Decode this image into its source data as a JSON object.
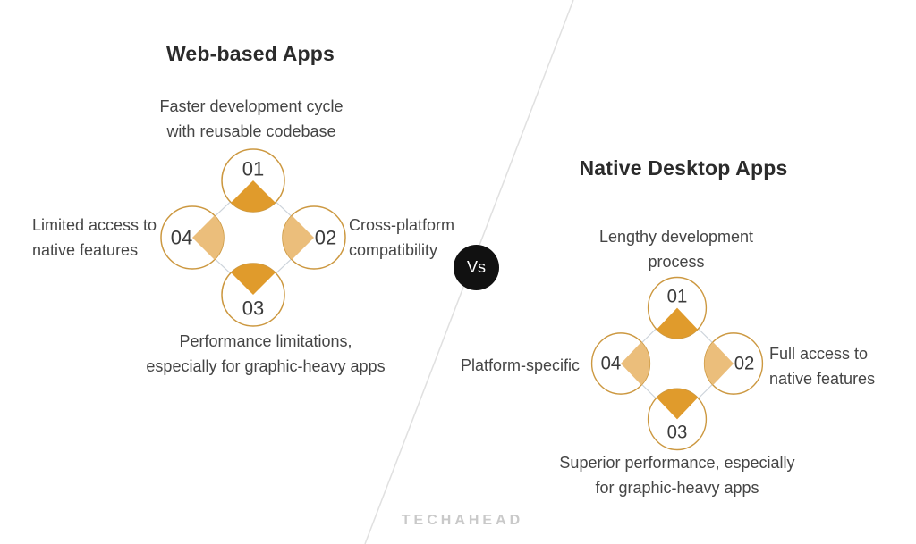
{
  "colors": {
    "background": "#ffffff",
    "divider_line": "#e0e0e0",
    "wedge_dark": "#e09b2c",
    "wedge_light": "#ebbe7b",
    "circle_stroke": "#cc9840",
    "circle_fill": "#ffffff",
    "diamond_line": "#ccd3da",
    "vs_bg": "#111111",
    "vs_text": "#ffffff",
    "title_text": "#2b2b2b",
    "body_text": "#454545",
    "logo_text": "#c9c9c9"
  },
  "vs_badge": {
    "label": "Vs"
  },
  "footer": {
    "logo": "TECHAHEAD"
  },
  "left_section": {
    "title": "Web-based Apps",
    "items": [
      {
        "number": "01",
        "lines": [
          "Faster development cycle",
          "with reusable codebase"
        ]
      },
      {
        "number": "02",
        "lines": [
          "Cross-platform",
          "compatibility"
        ]
      },
      {
        "number": "03",
        "lines": [
          "Performance limitations,",
          "especially for graphic-heavy apps"
        ]
      },
      {
        "number": "04",
        "lines": [
          "Limited access to",
          "native features"
        ]
      }
    ]
  },
  "right_section": {
    "title": "Native Desktop Apps",
    "items": [
      {
        "number": "01",
        "lines": [
          "Lengthy development",
          "process"
        ]
      },
      {
        "number": "02",
        "lines": [
          "Full access to",
          "native features"
        ]
      },
      {
        "number": "03",
        "lines": [
          "Superior performance, especially",
          "for graphic-heavy apps"
        ]
      },
      {
        "number": "04",
        "lines": [
          "Platform-specific"
        ]
      }
    ]
  }
}
